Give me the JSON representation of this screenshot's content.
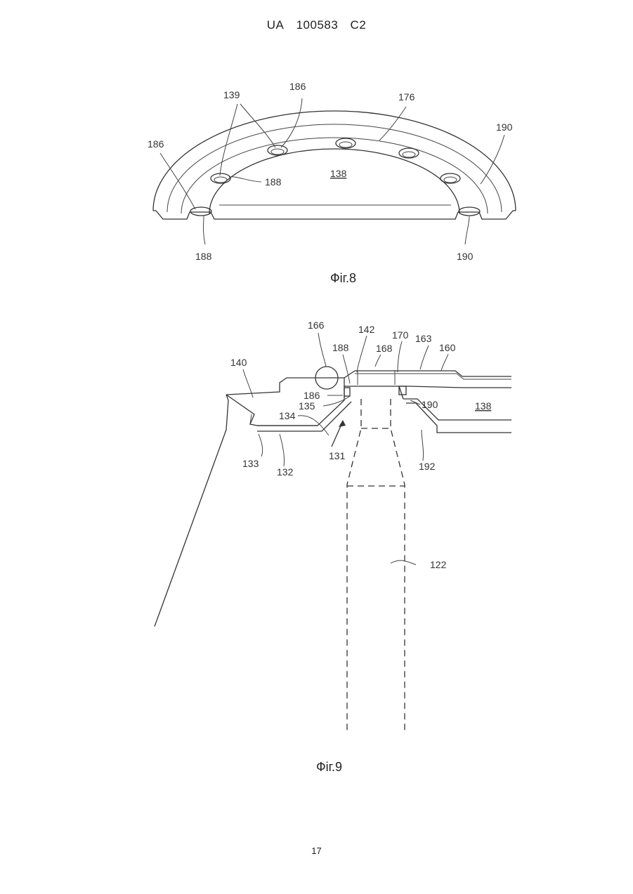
{
  "header": {
    "country": "UA",
    "number": "100583",
    "kind": "C2"
  },
  "fig8": {
    "caption": "Фіг.8",
    "labels": {
      "l139": "139",
      "l186_top": "186",
      "l176": "176",
      "l190_right": "190",
      "l186_left": "186",
      "l188_mid": "188",
      "l138": "138",
      "l188_bottom": "188",
      "l190_bottom": "190"
    }
  },
  "fig9": {
    "caption": "Фіг.9",
    "labels": {
      "l166": "166",
      "l142": "142",
      "l170": "170",
      "l163": "163",
      "l160": "160",
      "l188": "188",
      "l168": "168",
      "l140": "140",
      "l186": "186",
      "l135": "135",
      "l190": "190",
      "l138": "138",
      "l134": "134",
      "l131": "131",
      "l133": "133",
      "l132": "132",
      "l192": "192",
      "l122": "122"
    }
  },
  "page_number": "17"
}
